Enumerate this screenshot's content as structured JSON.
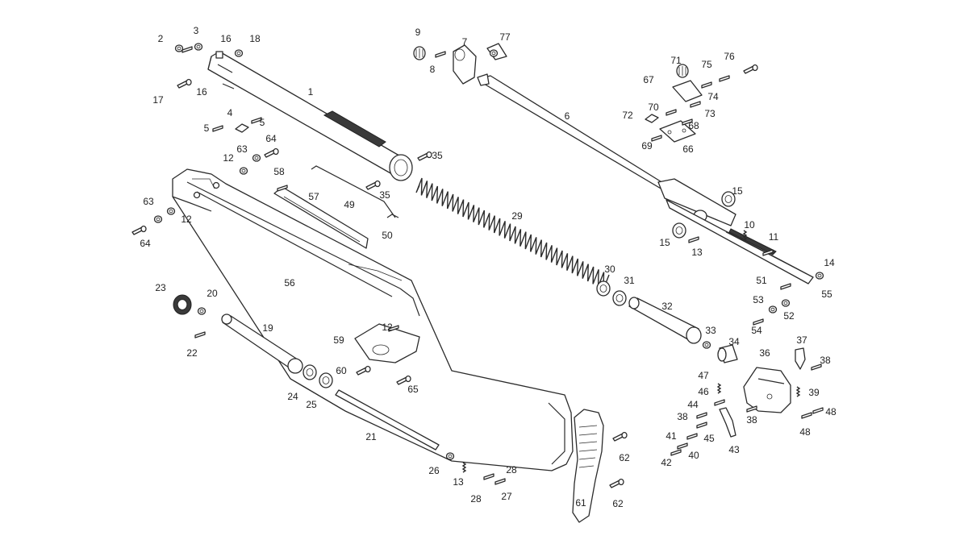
{
  "parts": [
    {
      "id": "p1",
      "label": "1"
    },
    {
      "id": "p2",
      "label": "2"
    },
    {
      "id": "p3",
      "label": "3"
    },
    {
      "id": "p4",
      "label": "4"
    },
    {
      "id": "p5a",
      "label": "5"
    },
    {
      "id": "p5b",
      "label": "5"
    },
    {
      "id": "p6",
      "label": "6"
    },
    {
      "id": "p7",
      "label": "7"
    },
    {
      "id": "p8",
      "label": "8"
    },
    {
      "id": "p9",
      "label": "9"
    },
    {
      "id": "p10",
      "label": "10"
    },
    {
      "id": "p11",
      "label": "11"
    },
    {
      "id": "p12a",
      "label": "12"
    },
    {
      "id": "p12b",
      "label": "12"
    },
    {
      "id": "p12c",
      "label": "12"
    },
    {
      "id": "p13a",
      "label": "13"
    },
    {
      "id": "p13b",
      "label": "13"
    },
    {
      "id": "p14",
      "label": "14"
    },
    {
      "id": "p15a",
      "label": "15"
    },
    {
      "id": "p15b",
      "label": "15"
    },
    {
      "id": "p16a",
      "label": "16"
    },
    {
      "id": "p16b",
      "label": "16"
    },
    {
      "id": "p17",
      "label": "17"
    },
    {
      "id": "p18",
      "label": "18"
    },
    {
      "id": "p19",
      "label": "19"
    },
    {
      "id": "p20",
      "label": "20"
    },
    {
      "id": "p21",
      "label": "21"
    },
    {
      "id": "p22",
      "label": "22"
    },
    {
      "id": "p23",
      "label": "23"
    },
    {
      "id": "p24",
      "label": "24"
    },
    {
      "id": "p25",
      "label": "25"
    },
    {
      "id": "p26",
      "label": "26"
    },
    {
      "id": "p27",
      "label": "27"
    },
    {
      "id": "p28a",
      "label": "28"
    },
    {
      "id": "p28b",
      "label": "28"
    },
    {
      "id": "p29",
      "label": "29"
    },
    {
      "id": "p30",
      "label": "30"
    },
    {
      "id": "p31",
      "label": "31"
    },
    {
      "id": "p32",
      "label": "32"
    },
    {
      "id": "p33",
      "label": "33"
    },
    {
      "id": "p34",
      "label": "34"
    },
    {
      "id": "p35a",
      "label": "35"
    },
    {
      "id": "p35b",
      "label": "35"
    },
    {
      "id": "p36",
      "label": "36"
    },
    {
      "id": "p37",
      "label": "37"
    },
    {
      "id": "p38a",
      "label": "38"
    },
    {
      "id": "p38b",
      "label": "38"
    },
    {
      "id": "p38c",
      "label": "38"
    },
    {
      "id": "p39",
      "label": "39"
    },
    {
      "id": "p40",
      "label": "40"
    },
    {
      "id": "p41",
      "label": "41"
    },
    {
      "id": "p42",
      "label": "42"
    },
    {
      "id": "p43",
      "label": "43"
    },
    {
      "id": "p44",
      "label": "44"
    },
    {
      "id": "p45",
      "label": "45"
    },
    {
      "id": "p46",
      "label": "46"
    },
    {
      "id": "p47",
      "label": "47"
    },
    {
      "id": "p48a",
      "label": "48"
    },
    {
      "id": "p48b",
      "label": "48"
    },
    {
      "id": "p49",
      "label": "49"
    },
    {
      "id": "p50",
      "label": "50"
    },
    {
      "id": "p51",
      "label": "51"
    },
    {
      "id": "p52",
      "label": "52"
    },
    {
      "id": "p53",
      "label": "53"
    },
    {
      "id": "p54",
      "label": "54"
    },
    {
      "id": "p55",
      "label": "55"
    },
    {
      "id": "p56",
      "label": "56"
    },
    {
      "id": "p57",
      "label": "57"
    },
    {
      "id": "p58",
      "label": "58"
    },
    {
      "id": "p59",
      "label": "59"
    },
    {
      "id": "p60",
      "label": "60"
    },
    {
      "id": "p61",
      "label": "61"
    },
    {
      "id": "p62a",
      "label": "62"
    },
    {
      "id": "p62b",
      "label": "62"
    },
    {
      "id": "p63a",
      "label": "63"
    },
    {
      "id": "p63b",
      "label": "63"
    },
    {
      "id": "p64a",
      "label": "64"
    },
    {
      "id": "p64b",
      "label": "64"
    },
    {
      "id": "p65",
      "label": "65"
    },
    {
      "id": "p66",
      "label": "66"
    },
    {
      "id": "p67",
      "label": "67"
    },
    {
      "id": "p68",
      "label": "68"
    },
    {
      "id": "p69",
      "label": "69"
    },
    {
      "id": "p70",
      "label": "70"
    },
    {
      "id": "p71",
      "label": "71"
    },
    {
      "id": "p72",
      "label": "72"
    },
    {
      "id": "p73",
      "label": "73"
    },
    {
      "id": "p74",
      "label": "74"
    },
    {
      "id": "p75",
      "label": "75"
    },
    {
      "id": "p76",
      "label": "76"
    },
    {
      "id": "p77",
      "label": "77"
    }
  ]
}
